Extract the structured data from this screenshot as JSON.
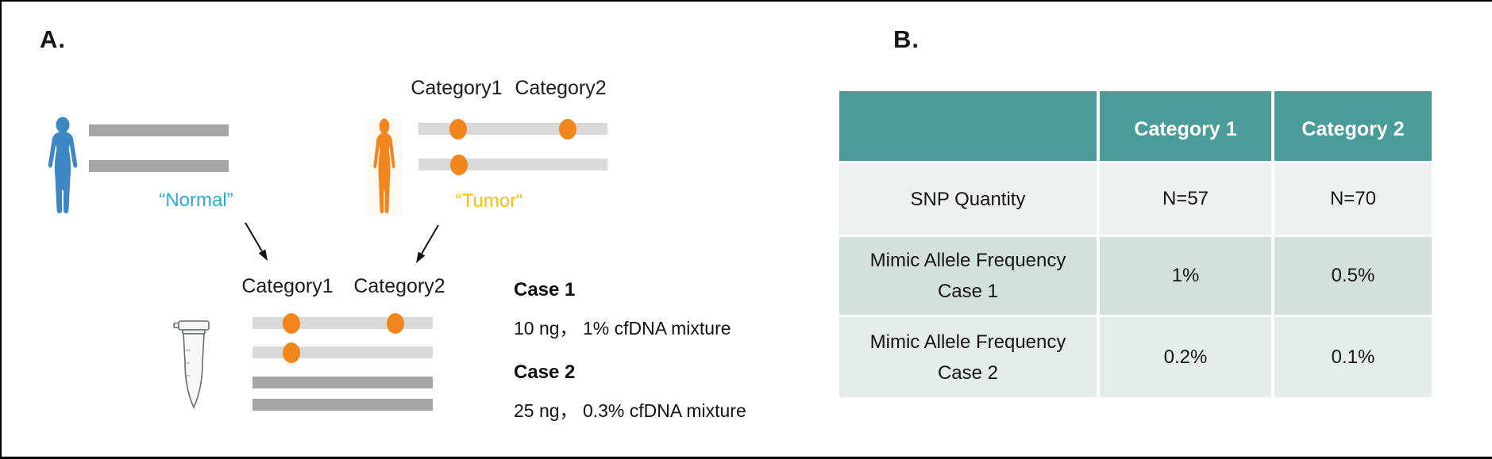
{
  "figure": {
    "panel_a_label": "A.",
    "panel_b_label": "B."
  },
  "panel_a": {
    "normal_label": "“Normal”",
    "tumor_label": "“Tumor“",
    "donor_categories": {
      "cat1": "Category1",
      "cat2": "Category2"
    },
    "mixture_categories": {
      "cat1": "Category1",
      "cat2": "Category2"
    },
    "icons": [
      "normal-person-icon",
      "tumor-person-icon",
      "tube-icon",
      "arrow-down-right-icon",
      "arrow-down-left-icon",
      "snp-dot-icon"
    ],
    "cases": [
      {
        "title": "Case 1",
        "desc": "10 ng， 1% cfDNA mixture"
      },
      {
        "title": "Case 2",
        "desc": "25 ng， 0.3% cfDNA mixture"
      }
    ]
  },
  "panel_b": {
    "table": {
      "header": [
        "",
        "Category 1",
        "Category 2"
      ],
      "rows": [
        {
          "label_line1": "SNP Quantity",
          "label_line2": "",
          "values": [
            "N=57",
            "N=70"
          ]
        },
        {
          "label_line1": "Mimic Allele Frequency",
          "label_line2": "Case 1",
          "values": [
            "1%",
            "0.5%"
          ]
        },
        {
          "label_line1": "Mimic Allele Frequency",
          "label_line2": "Case 2",
          "values": [
            "0.2%",
            "0.1%"
          ]
        }
      ]
    }
  },
  "colors": {
    "normal_blue": "#3d87c4",
    "normal_text": "#29abe2",
    "tumor_orange": "#f0861c",
    "tumor_text": "#ffc000",
    "strand_dark": "#a5a5a5",
    "strand_light": "#d9d9d9",
    "snp_dot": "#f0861c",
    "table_header_bg": "#4a9c99",
    "table_row_odd_bg": "#ecf2f0",
    "table_row_even_bg": "#d3e0dc",
    "table_row3_bg": "#e4ede9"
  }
}
